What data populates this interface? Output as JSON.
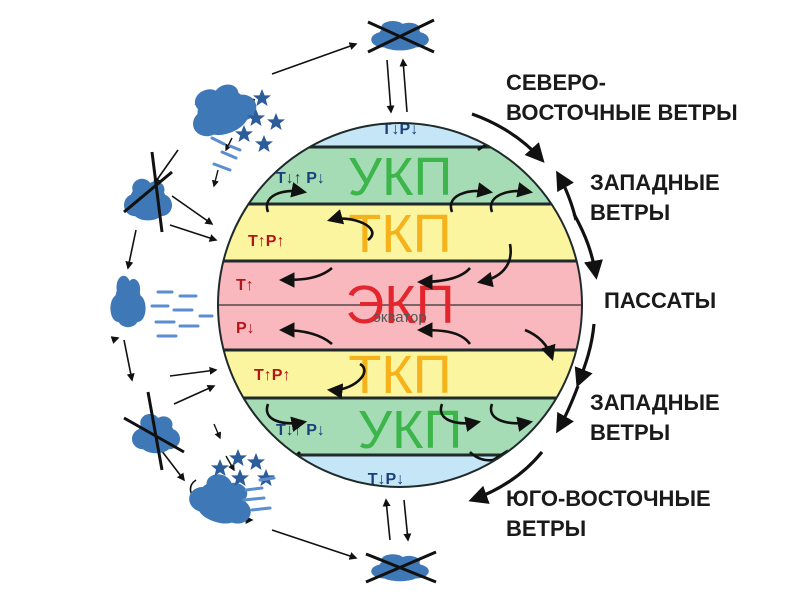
{
  "labels": {
    "ne_line1": "СЕВЕРО-",
    "ne_line2": "ВОСТОЧНЫЕ ВЕТРЫ",
    "west_n_line1": "ЗАПАДНЫЕ",
    "west_n_line2": "ВЕТРЫ",
    "trade": "ПАССАТЫ",
    "west_s_line1": "ЗАПАДНЫЕ",
    "west_s_line2": "ВЕТРЫ",
    "se_line1": "ЮГО-ВОСТОЧНЫЕ",
    "se_line2": "ВЕТРЫ"
  },
  "zones": {
    "ukp": "УКП",
    "tkp": "ТКП",
    "ekp": "ЭКП",
    "equator": "экватор"
  },
  "pressure": {
    "n_polar": "Т↓Р↓",
    "n_temperate": "Т↓↑ Р↓",
    "n_tropic": "Т↑Р↑",
    "eq_top": "Т↑",
    "eq_bottom": "Р↓",
    "s_tropic": "Т↑Р↑",
    "s_temperate": "Т↓↑ Р↓",
    "s_polar": "Т↓Р↓"
  },
  "colors": {
    "polar": "#c5e6f6",
    "temperate": "#a6dcb5",
    "tropic": "#fbf5a0",
    "equatorial": "#f9b8bd",
    "zone_text_green": "#3cb54a",
    "zone_text_yellow": "#f6b21a",
    "zone_text_red": "#e3262d",
    "tp_red": "#b5141a",
    "tp_blue": "#1a3f7a",
    "cloud": "#3f78b6",
    "star": "#2d5c9a"
  }
}
